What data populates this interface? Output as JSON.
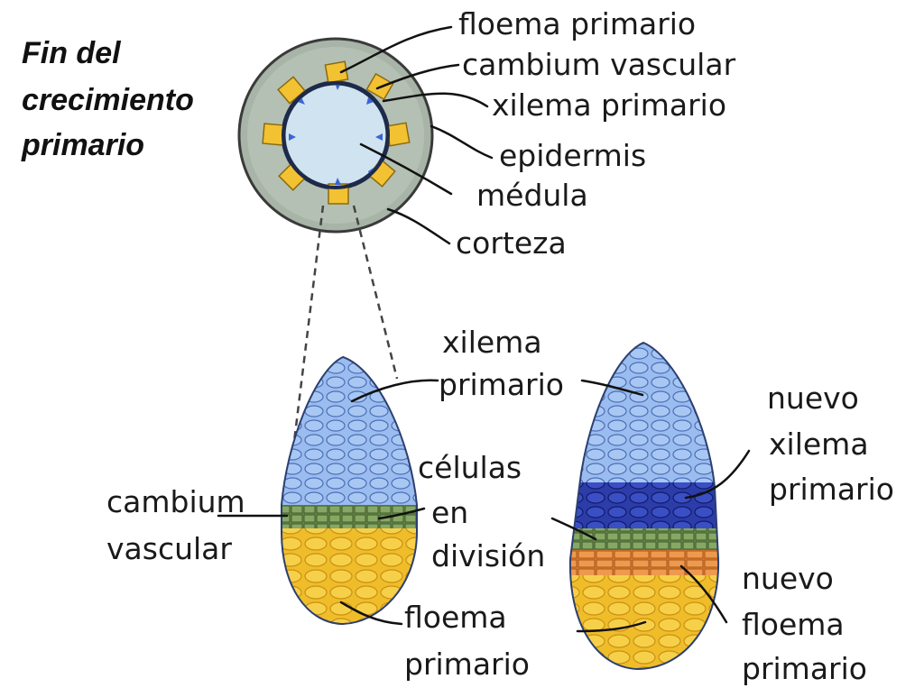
{
  "title": [
    "Fin del",
    "crecimiento",
    "primario"
  ],
  "stem_labels": {
    "floema_primario": "floema primario",
    "cambium_vascular": "cambium vascular",
    "xilema_primario": "xilema primario",
    "epidermis": "epidermis",
    "medula": "médula",
    "corteza": "corteza"
  },
  "bundle_left_labels": {
    "xilema_primario": [
      "xilema",
      "primario"
    ],
    "cambium_vascular": [
      "cambium",
      "vascular"
    ],
    "celulas_division": [
      "células",
      "en",
      "división"
    ],
    "floema_primario": [
      "floema",
      "primario"
    ]
  },
  "bundle_right_labels": {
    "nuevo_xilema": [
      "nuevo",
      "xilema",
      "primario"
    ],
    "nuevo_floema": [
      "nuevo",
      "floema",
      "primario"
    ]
  },
  "colors": {
    "xylem": "#8fb0e8",
    "new_xylem": "#2e3fb0",
    "cambium": "#6b8f4a",
    "phloem": "#f2c232",
    "new_phloem": "#e08a3a",
    "cortex": "#a9b6a8",
    "pith": "#cfe4f0"
  }
}
